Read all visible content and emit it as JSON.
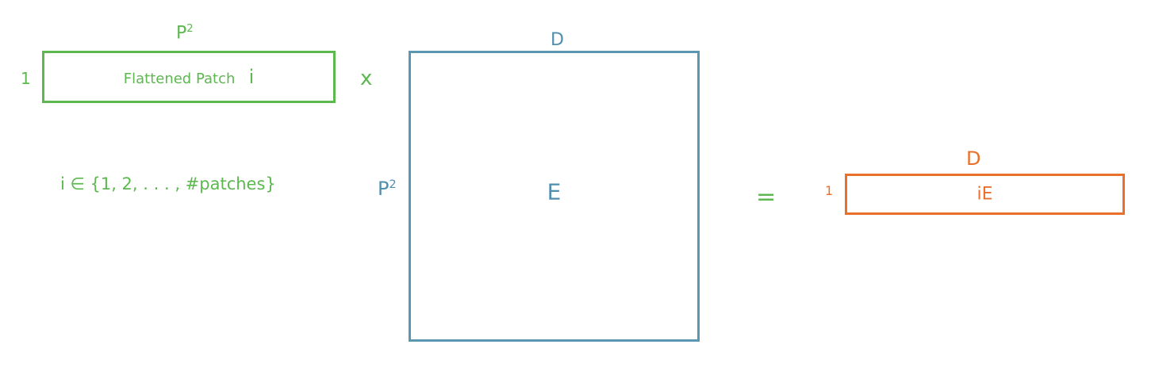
{
  "colors": {
    "green": "#5cb84f",
    "blue": "#5b97b3",
    "orange": "#e8702a"
  },
  "patch": {
    "width_label": "P",
    "width_exp": "2",
    "height_label": "1",
    "text": "Flattened Patch",
    "index": "i"
  },
  "times_symbol": "x",
  "index_set": "i ∈ {1, 2, . . . , #patches}",
  "matrix": {
    "top_label": "D",
    "left_label": "P",
    "left_exp": "2",
    "name": "E"
  },
  "equals_symbol": "=",
  "result": {
    "top_label": "D",
    "left_label": "1",
    "text": "iE"
  }
}
